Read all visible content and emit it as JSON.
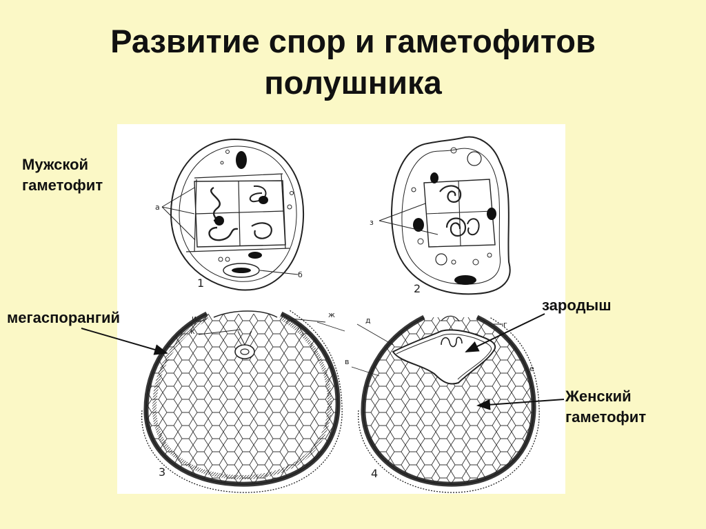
{
  "title": {
    "line1": "Развитие спор и гаметофитов",
    "line2": "полушника"
  },
  "labels": {
    "male_gametophyte": {
      "line1": "Мужской",
      "line2": "гаметофит"
    },
    "megasporangium": "мегаспорангий",
    "embryo": "зародыш",
    "female_gametophyte": {
      "line1": "Женский",
      "line2": "гаметофит"
    }
  },
  "figure": {
    "panel_numbers": [
      "1",
      "2",
      "3",
      "4"
    ],
    "letters": [
      "а",
      "б",
      "з",
      "и",
      "к",
      "ж",
      "д",
      "г",
      "в",
      "е"
    ]
  },
  "colors": {
    "background": "#fbf8c6",
    "figure_bg": "#ffffff",
    "ink": "#222222"
  }
}
